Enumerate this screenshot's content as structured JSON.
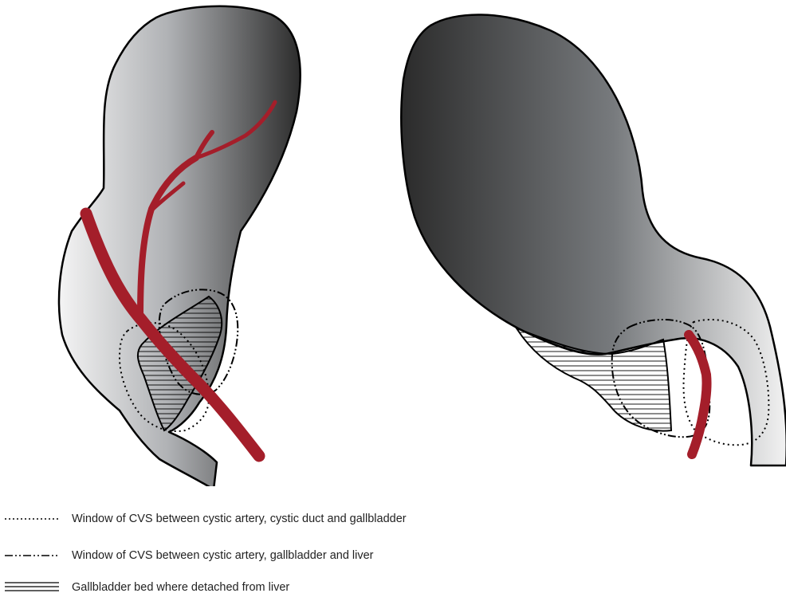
{
  "colors": {
    "outline": "#000000",
    "artery": "#a41e2a",
    "organ_dark": "#2b2b2b",
    "organ_light": "#f0f0f0"
  },
  "legend": [
    {
      "line_style": "dotted",
      "label": "Window of CVS between cystic artery, cystic duct and gallbladder"
    },
    {
      "line_style": "dash-dot-dot",
      "label": "Window of CVS between cystic artery, gallbladder and liver"
    },
    {
      "line_style": "hatched",
      "label": "Gallbladder bed where detached from liver"
    }
  ]
}
